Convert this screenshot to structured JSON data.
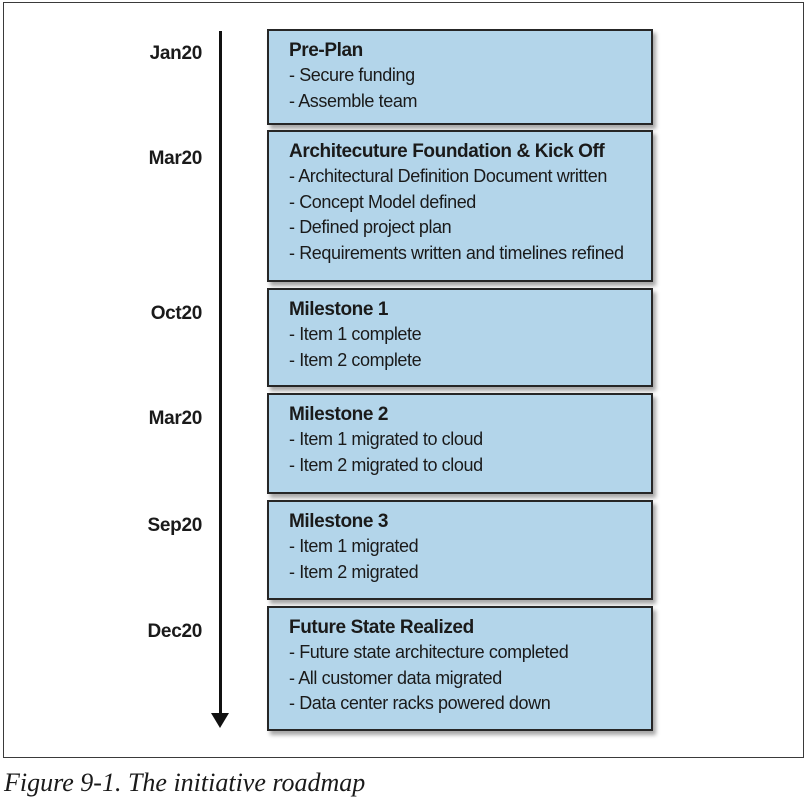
{
  "figure": {
    "caption": "Figure 9-1. The initiative roadmap"
  },
  "phases": [
    {
      "date": "Jan20",
      "title": "Pre-Plan",
      "items": [
        "- Secure funding",
        "- Assemble team"
      ]
    },
    {
      "date": "Mar20",
      "title": "Architecuture Foundation & Kick Off",
      "items": [
        "- Architectural Definition Document written",
        "- Concept Model defined",
        "- Defined project plan",
        "- Requirements written and timelines refined"
      ]
    },
    {
      "date": "Oct20",
      "title": "Milestone 1",
      "items": [
        "- Item 1 complete",
        "- Item 2 complete"
      ]
    },
    {
      "date": "Mar20",
      "title": "Milestone 2",
      "items": [
        "- Item 1 migrated to cloud",
        "- Item 2 migrated to cloud"
      ]
    },
    {
      "date": "Sep20",
      "title": "Milestone 3",
      "items": [
        "- Item 1 migrated",
        "- Item 2 migrated"
      ]
    },
    {
      "date": "Dec20",
      "title": "Future State Realized",
      "items": [
        "- Future state architecture completed",
        "- All customer data migrated",
        "- Data center racks powered down"
      ]
    }
  ],
  "colors": {
    "box_fill": "#b3d5ea",
    "box_border": "#262626",
    "timeline": "#111111"
  }
}
